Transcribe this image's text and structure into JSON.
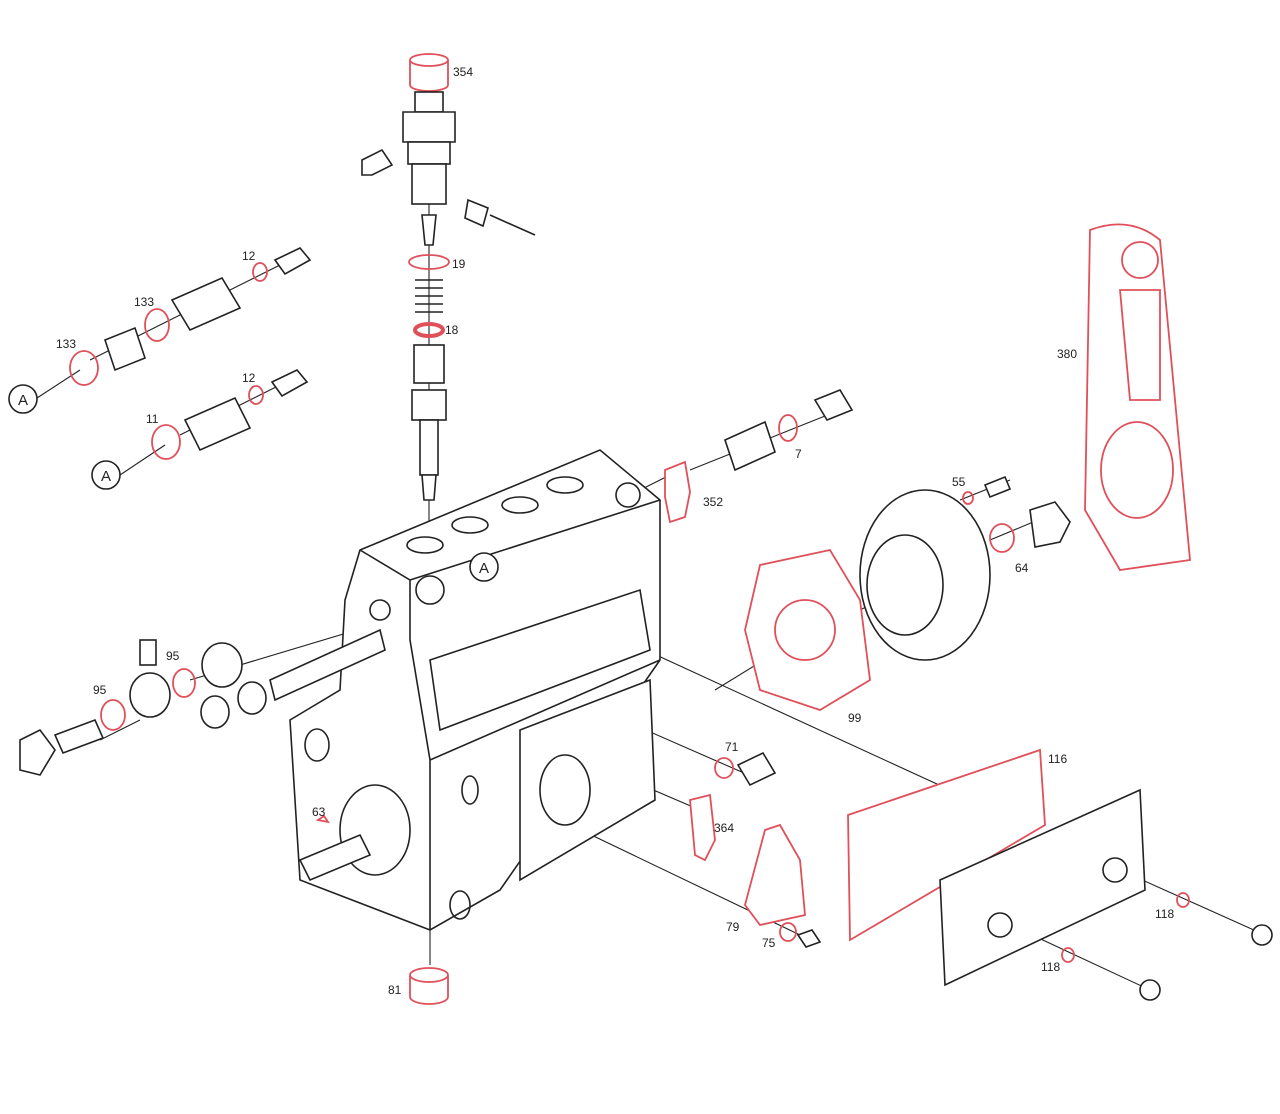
{
  "diagram": {
    "labels": {
      "p354": "354",
      "p19": "19",
      "p18": "18",
      "p12a": "12",
      "p133a": "133",
      "p133b": "133",
      "p12b": "12",
      "p11": "11",
      "p7": "7",
      "p352": "352",
      "p55": "55",
      "p64": "64",
      "p380": "380",
      "p99": "99",
      "p95a": "95",
      "p95b": "95",
      "p63": "63",
      "p71": "71",
      "p364": "364",
      "p116": "116",
      "p118a": "118",
      "p118b": "118",
      "p79": "79",
      "p75": "75",
      "p81": "81"
    },
    "callouts": {
      "a1": "A",
      "a2": "A",
      "a3": "A"
    },
    "colors": {
      "seal_parts": "#e0505a",
      "line": "#222222"
    }
  }
}
